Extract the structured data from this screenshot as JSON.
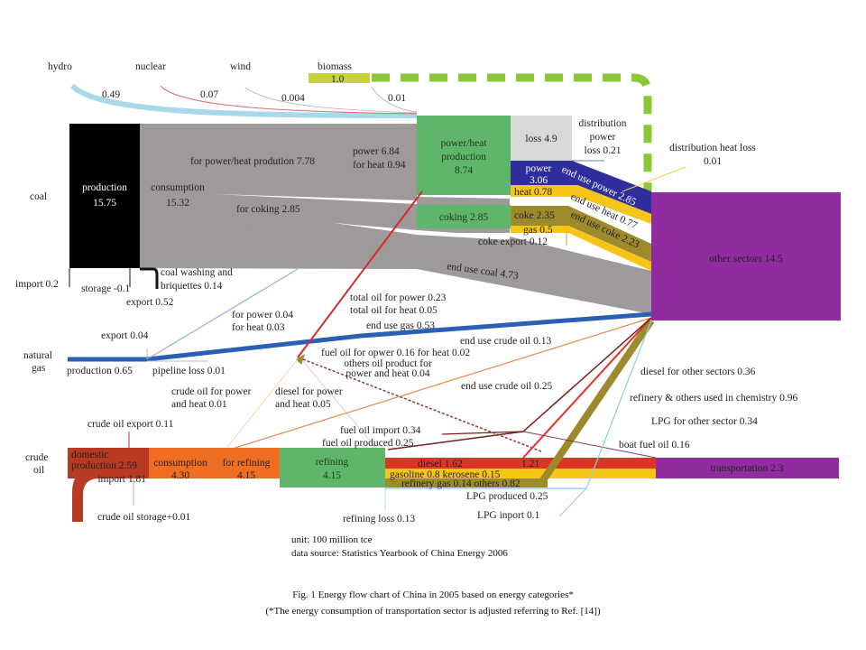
{
  "chart_data": {
    "type": "sankey",
    "title": "Fig. 1   Energy flow chart of China in 2005 based on energy categories*",
    "subtitle": "(*The energy consumption of transportation sector is adjusted referring to Ref. [14])",
    "unit": "unit:  100 million tce",
    "source": "data source:  Statistics Yearbook of China Energy 2006",
    "colors": {
      "coal_production": "#000000",
      "coal_flow": "#9e9a9a",
      "power_heat": "#5fb56a",
      "loss": "#d9d9d9",
      "power": "#2e2e9c",
      "heat": "#f5c518",
      "coke": "#9c8a2c",
      "other_sectors": "#912ba0",
      "transportation": "#912ba0",
      "natural_gas": "#2b5fb5",
      "crude_domestic": "#b83a22",
      "crude_consumption": "#f06d24",
      "diesel": "#e03328",
      "gasoline": "#f5c518",
      "refinery_gas": "#9c8a2c",
      "hydro": "#a8d8ea",
      "biomass": "#c8d23a",
      "biomass_dash": "#8bc835",
      "lpg": "#8ccde0",
      "fuel_oil": "#7a1e1e"
    },
    "row_labels": {
      "coal": "coal",
      "natural_gas_1": "natural",
      "natural_gas_2": "gas",
      "crude_1": "crude",
      "crude_2": "oil"
    },
    "renewables": {
      "hydro": {
        "name": "hydro",
        "value": "0.49"
      },
      "nuclear": {
        "name": "nuclear",
        "value": "0.07"
      },
      "wind": {
        "name": "wind",
        "value": "0.004"
      },
      "biomass": {
        "name": "biomass",
        "value": "1.0",
        "to_power": "0.01"
      }
    },
    "coal": {
      "production": {
        "name": "production",
        "value": "15.75"
      },
      "consumption": {
        "name": "consumption",
        "value": "15.32"
      },
      "for_power_heat": "for power/heat prodution 7.78",
      "power": "power 6.84",
      "for_heat": "for heat 0.94",
      "for_coking": "for coking 2.85",
      "end_use_coal": "end use coal 4.73",
      "import": "import 0.2",
      "storage": "storage -0.1",
      "export": "export 0.52",
      "washing_1": "coal washing and",
      "washing_2": "briquettes 0.14"
    },
    "conversion": {
      "power_heat_1": "power/heat",
      "power_heat_2": "production",
      "power_heat_3": "8.74",
      "coking": "coking 2.85",
      "loss": "loss 4.9",
      "dist_power_1": "distribution",
      "dist_power_2": "power",
      "dist_power_3": "loss 0.21",
      "dist_heat_1": "distribution heat loss",
      "dist_heat_2": "0.01",
      "power_1": "power",
      "power_2": "3.06",
      "heat": "heat 0.78",
      "coke": "coke 2.35",
      "gas": "gas 0.5",
      "coke_export": "coke export 0.12",
      "end_use_power": "end use power 2.85",
      "end_use_heat": "end use heat 0.77",
      "end_use_coke": "end use coke 2.23"
    },
    "sinks": {
      "other_sectors": "other sectors 14.5",
      "transportation": "transportation 2.3"
    },
    "gas": {
      "export": "export 0.04",
      "production": "production 0.65",
      "pipeline_loss": "pipeline loss 0.01",
      "for_power": "for power 0.04",
      "for_heat": "for heat 0.03",
      "end_use_gas": "end use gas 0.53"
    },
    "oil_links": {
      "total_power": "total oil for power 0.23",
      "total_heat": "total oil for heat 0.05",
      "end_use_crude_013": "end use crude oil 0.13",
      "fuel_oil_power_heat": "fuel oil for opwer 0.16 for heat 0.02",
      "others_1": "others oil product for",
      "others_2": "power and heat 0.04",
      "end_use_crude_025": "end use crude oil 0.25",
      "crude_power_1": "crude oil for power",
      "crude_power_2": "and heat 0.01",
      "diesel_power_1": "diesel for power",
      "diesel_power_2": "and heat 0.05",
      "fuel_oil_import": "fuel oil import 0.34",
      "fuel_oil_produced": "fuel oil produced 0.25",
      "diesel_other": "diesel for other sectors 0.36",
      "refinery_chem": "refinery & others used in chemistry 0.96",
      "lpg_other": "LPG for other sector 0.34",
      "boat_fuel": "boat fuel oil 0.16"
    },
    "crude": {
      "export": "crude oil export 0.11",
      "domestic_1": "domestic",
      "domestic_2": "production 2.59",
      "import": "import 1.81",
      "storage": "crude oil storage+0.01",
      "consumption_1": "consumption",
      "consumption_2": "4.30",
      "for_refining_1": "for refining",
      "for_refining_2": "4.15",
      "refining_1": "refining",
      "refining_2": "4.15",
      "refining_loss": "refining loss 0.13",
      "diesel": "diesel 1.62",
      "diesel_transport": "1.21",
      "gasoline": "gasoline 0.8 kerosene 0.15",
      "refinery_gas": "refinery gas 0.14 others 0.82",
      "lpg_produced": "LPG produced 0.25",
      "lpg_import": "LPG inport 0.1"
    }
  }
}
